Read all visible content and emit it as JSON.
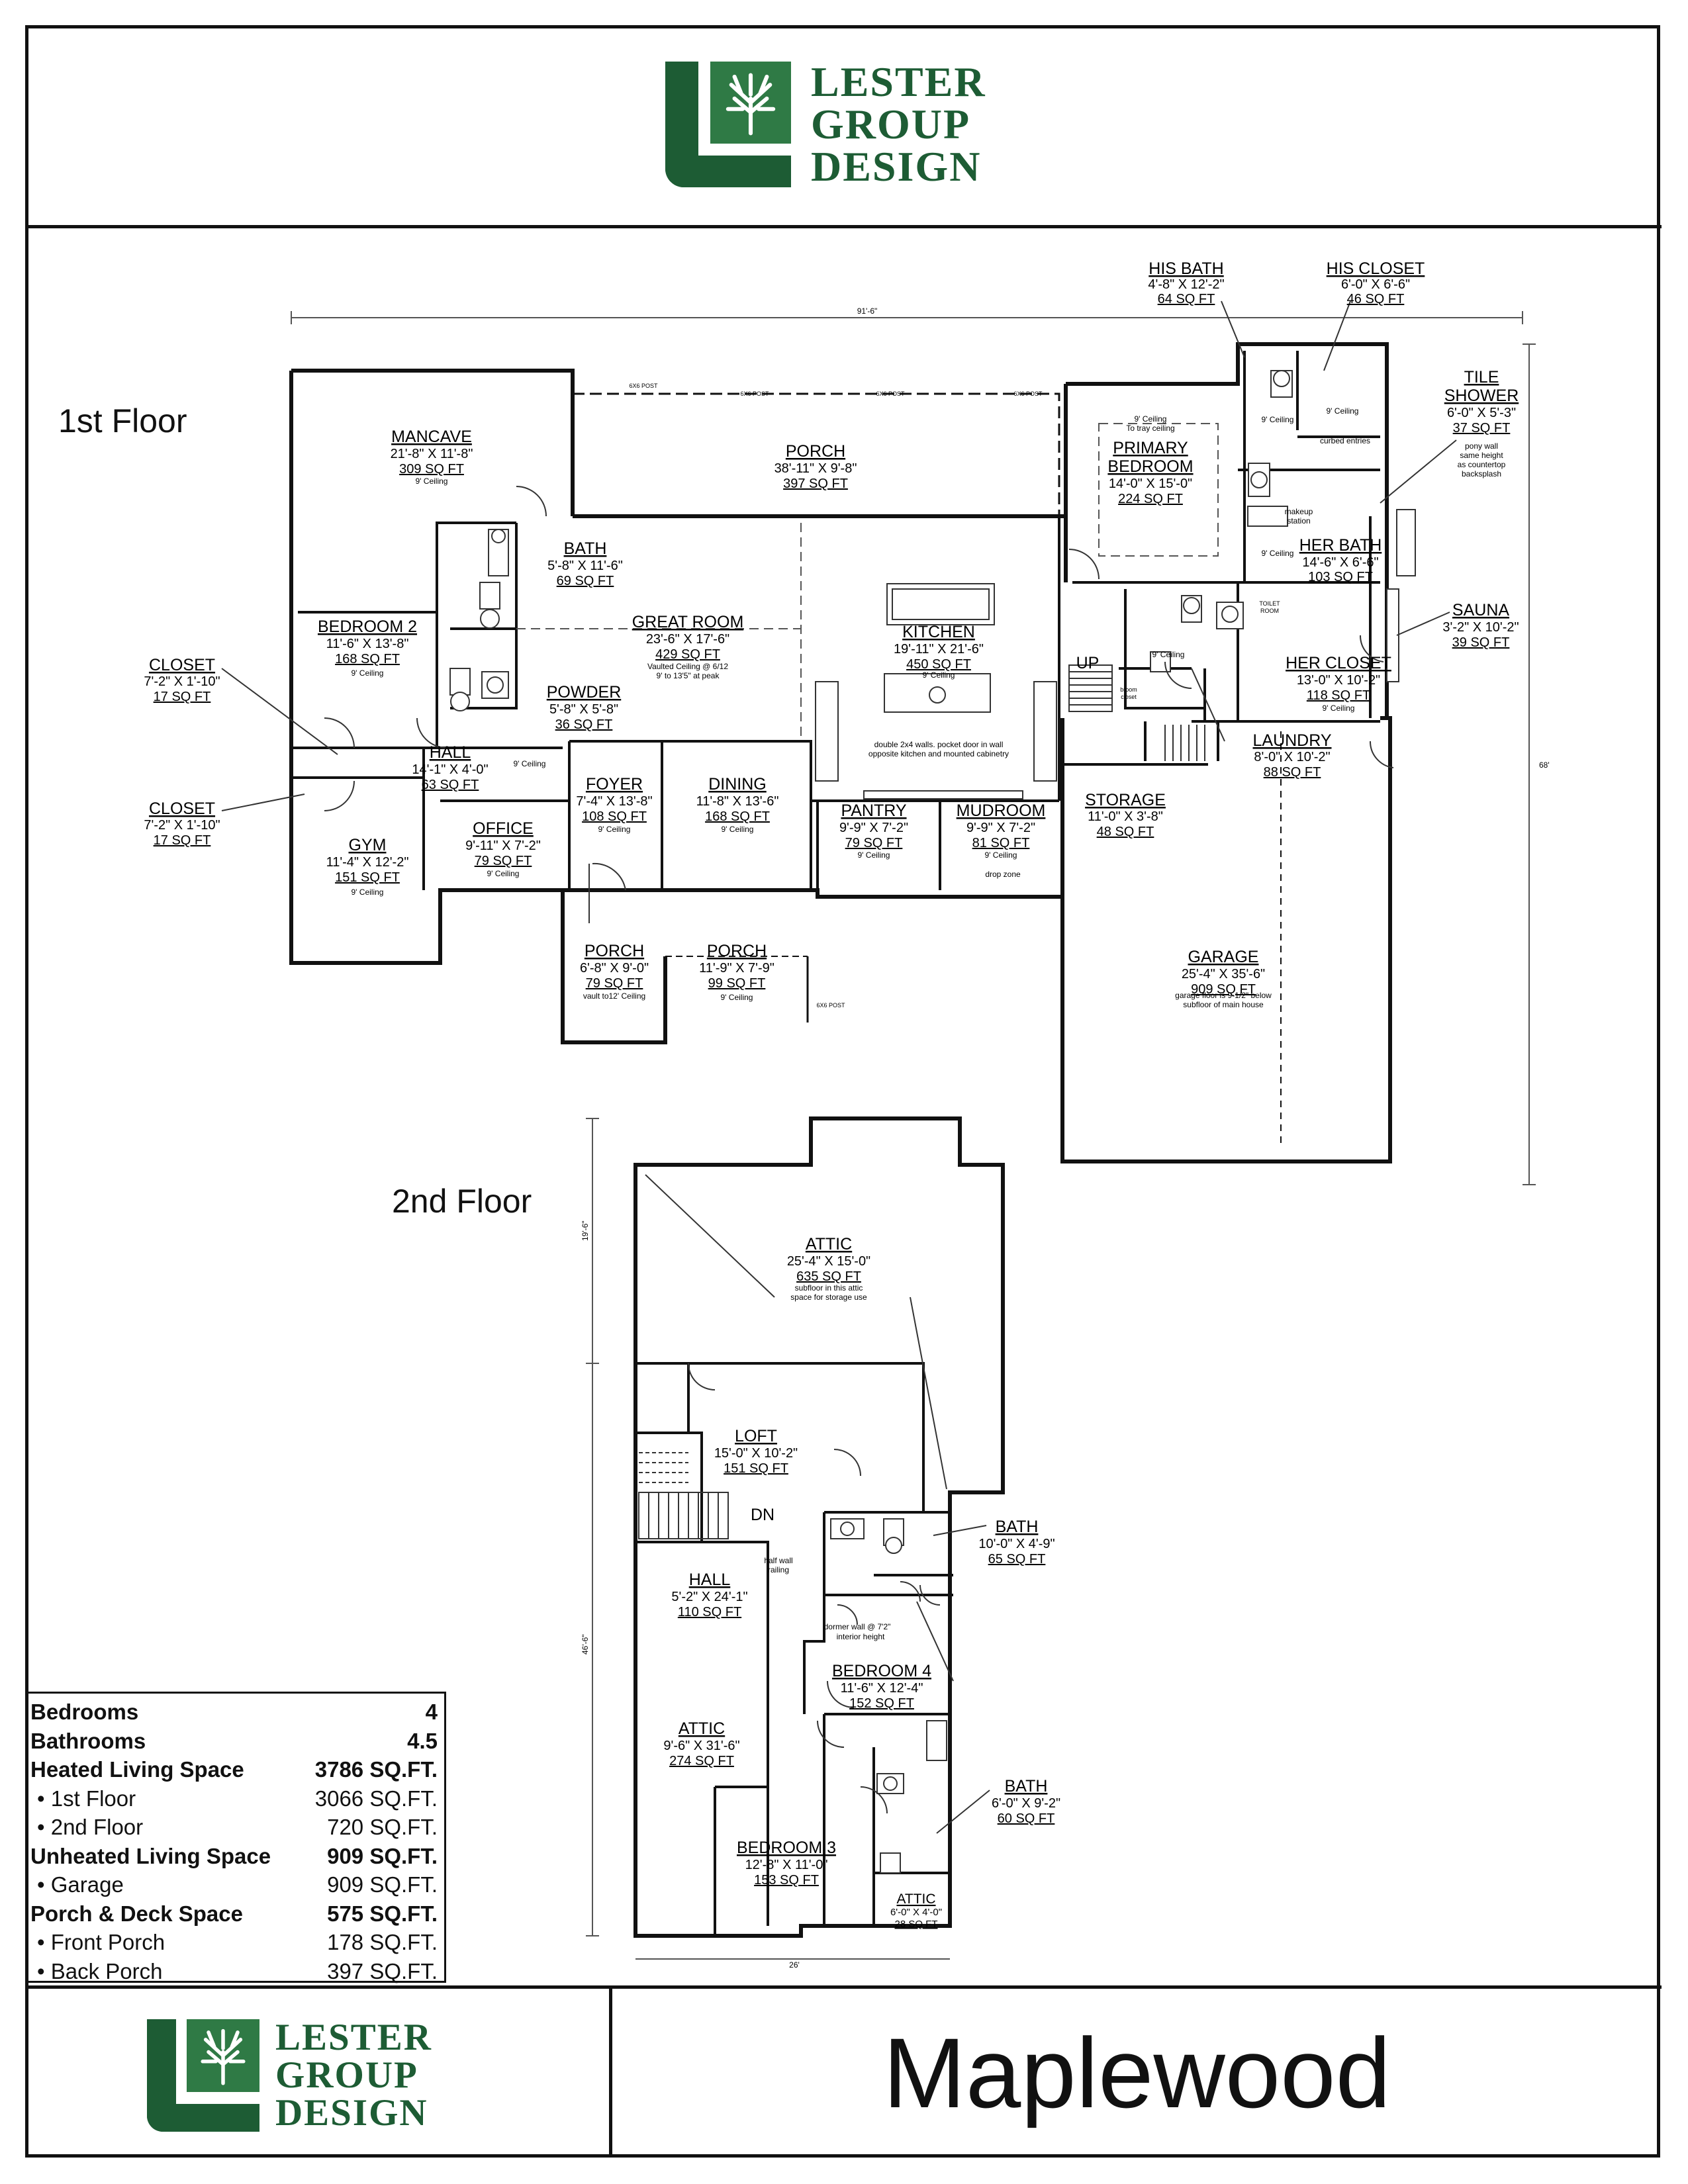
{
  "brand": {
    "line1": "LESTER",
    "line2": "GROUP",
    "line3": "DESIGN",
    "color_dark": "#1d5c34",
    "color_light": "#2f7a45"
  },
  "floors": {
    "first": "1st Floor",
    "second": "2nd Floor"
  },
  "overall_dims": {
    "width_1st": "91'-6\"",
    "depth_1st": "68'",
    "width_2nd": "26'",
    "depth_2nd_upper": "19'-6\"",
    "depth_2nd_lower": "46'-6\""
  },
  "rooms_1st": {
    "mancave": {
      "name": "MANCAVE",
      "dim": "21'-8\" X 11'-8\"",
      "sqft": "309 SQ FT",
      "note": "9' Ceiling"
    },
    "porch_back": {
      "name": "PORCH",
      "dim": "38'-11\" X 9'-8\"",
      "sqft": "397 SQ FT"
    },
    "primary_bedroom": {
      "name": "PRIMARY",
      "name2": "BEDROOM",
      "dim": "14'-0\" X 15'-0\"",
      "sqft": "224 SQ FT",
      "note": "9' Ceiling",
      "note2": "To tray ceiling"
    },
    "his_bath": {
      "name": "HIS BATH",
      "dim": "4'-8\" X 12'-2\"",
      "sqft": "64 SQ FT"
    },
    "his_closet": {
      "name": "HIS CLOSET",
      "dim": "6'-0\" X 6'-6\"",
      "sqft": "46 SQ FT"
    },
    "tile_shower": {
      "name": "TILE",
      "name2": "SHOWER",
      "dim": "6'-0\" X 5'-3\"",
      "sqft": "37 SQ FT",
      "note": "pony wall",
      "note2": "same height",
      "note3": "as countertop",
      "note4": "backsplash"
    },
    "her_bath": {
      "name": "HER BATH",
      "dim": "14'-6\" X 6'-6\"",
      "sqft": "103 SQ FT"
    },
    "sauna": {
      "name": "SAUNA",
      "dim": "3'-2\" X 10'-2\"",
      "sqft": "39 SQ FT"
    },
    "her_closet": {
      "name": "HER CLOSET",
      "dim": "13'-0\" X 10'-2\"",
      "sqft": "118 SQ FT",
      "note": "9' Ceiling"
    },
    "laundry": {
      "name": "LAUNDRY",
      "dim": "8'-0\" X 10'-2\"",
      "sqft": "88 SQ FT"
    },
    "storage": {
      "name": "STORAGE",
      "dim": "11'-0\" X 3'-8\"",
      "sqft": "48 SQ FT"
    },
    "garage": {
      "name": "GARAGE",
      "dim": "25'-4\" X 35'-6\"",
      "sqft": "909 SQ FT",
      "note": "garage floor is 9-1/2\" below",
      "note2": "subfloor of main house"
    },
    "kitchen": {
      "name": "KITCHEN",
      "dim": "19'-11\" X 21'-6\"",
      "sqft": "450 SQ FT",
      "note": "9' Ceiling"
    },
    "great_room": {
      "name": "GREAT ROOM",
      "dim": "23'-6\" X 17'-6\"",
      "sqft": "429 SQ FT",
      "note": "Vaulted Ceiling @ 6/12",
      "note2": "9' to 13'5\" at peak"
    },
    "bath": {
      "name": "BATH",
      "dim": "5'-8\" X 11'-6\"",
      "sqft": "69 SQ FT"
    },
    "bedroom2": {
      "name": "BEDROOM 2",
      "dim": "11'-6\" X 13'-8\"",
      "sqft": "168 SQ FT",
      "note": "9' Ceiling"
    },
    "powder": {
      "name": "POWDER",
      "dim": "5'-8\" X 5'-8\"",
      "sqft": "36 SQ FT"
    },
    "hall": {
      "name": "HALL",
      "dim": "14'-1\" X 4'-0\"",
      "sqft": "63 SQ FT",
      "note": "9' Ceiling"
    },
    "closet1": {
      "name": "CLOSET",
      "dim": "7'-2\" X 1'-10\"",
      "sqft": "17 SQ FT"
    },
    "closet2": {
      "name": "CLOSET",
      "dim": "7'-2\" X 1'-10\"",
      "sqft": "17 SQ FT"
    },
    "gym": {
      "name": "GYM",
      "dim": "11'-4\" X 12'-2\"",
      "sqft": "151 SQ FT",
      "note": "9' Ceiling"
    },
    "office": {
      "name": "OFFICE",
      "dim": "9'-11\" X 7'-2\"",
      "sqft": "79 SQ FT",
      "note": "9' Ceiling"
    },
    "foyer": {
      "name": "FOYER",
      "dim": "7'-4\" X 13'-8\"",
      "sqft": "108 SQ FT",
      "note": "9' Ceiling"
    },
    "dining": {
      "name": "DINING",
      "dim": "11'-8\" X 13'-6\"",
      "sqft": "168 SQ FT",
      "note": "9' Ceiling"
    },
    "pantry": {
      "name": "PANTRY",
      "dim": "9'-9\" X 7'-2\"",
      "sqft": "79 SQ FT",
      "note": "9' Ceiling"
    },
    "mudroom": {
      "name": "MUDROOM",
      "dim": "9'-9\" X 7'-2\"",
      "sqft": "81 SQ FT",
      "note": "9' Ceiling"
    },
    "porch_front1": {
      "name": "PORCH",
      "dim": "6'-8\" X 9'-0\"",
      "sqft": "79 SQ FT",
      "note": "vault to12' Ceiling"
    },
    "porch_front2": {
      "name": "PORCH",
      "dim": "11'-9\" X 7'-9\"",
      "sqft": "99 SQ FT",
      "note": "9' Ceiling"
    }
  },
  "notes_1st": {
    "pocket_door": "double 2x4 walls. pocket door in wall",
    "pocket_door2": "opposite kitchen and mounted cabinetry",
    "curbed": "curbed entries",
    "makeup": "makeup",
    "makeup2": "station",
    "toilet_room": "TOILET",
    "toilet_room2": "ROOM",
    "drop_zone": "drop zone",
    "up": "UP",
    "broom": "broom",
    "broom2": "closet",
    "ceiling9": "9' Ceiling",
    "post": "6X6 POST"
  },
  "rooms_2nd": {
    "attic_top": {
      "name": "ATTIC",
      "dim": "25'-4\" X 15'-0\"",
      "sqft": "635 SQ FT",
      "note": "subfloor in this attic",
      "note2": "space for storage use"
    },
    "loft": {
      "name": "LOFT",
      "dim": "15'-0\" X 10'-2\"",
      "sqft": "151 SQ FT"
    },
    "bath_a": {
      "name": "BATH",
      "dim": "10'-0\" X 4'-9\"",
      "sqft": "65 SQ FT"
    },
    "hall": {
      "name": "HALL",
      "dim": "5'-2\" X 24'-1\"",
      "sqft": "110 SQ FT"
    },
    "bedroom4": {
      "name": "BEDROOM 4",
      "dim": "11'-6\" X 12'-4\"",
      "sqft": "152 SQ FT"
    },
    "attic_left": {
      "name": "ATTIC",
      "dim": "9'-6\" X 31'-6\"",
      "sqft": "274 SQ FT"
    },
    "bath_b": {
      "name": "BATH",
      "dim": "6'-0\" X 9'-2\"",
      "sqft": "60 SQ FT"
    },
    "bedroom3": {
      "name": "BEDROOM 3",
      "dim": "12'-8\" X 11'-0\"",
      "sqft": "153 SQ FT"
    },
    "attic_small": {
      "name": "ATTIC",
      "dim": "6'-0\" X 4'-0\"",
      "sqft": "28 SQ FT"
    }
  },
  "notes_2nd": {
    "dn": "DN",
    "half_wall": "half wall",
    "half_wall2": "railing",
    "dormer": "dormer wall @ 7'2\"",
    "dormer2": "interior height"
  },
  "stats": [
    {
      "label": "Bedrooms",
      "value": "4",
      "style": "head"
    },
    {
      "label": "Bathrooms",
      "value": "4.5",
      "style": "head"
    },
    {
      "label": "Heated Living Space",
      "value": "3786 SQ.FT.",
      "style": "head"
    },
    {
      "label": "• 1st Floor",
      "value": "3066 SQ.FT.",
      "style": "sub"
    },
    {
      "label": "• 2nd Floor",
      "value": "720 SQ.FT.",
      "style": "sub"
    },
    {
      "label": "Unheated Living Space",
      "value": "909 SQ.FT.",
      "style": "head"
    },
    {
      "label": "• Garage",
      "value": "909 SQ.FT.",
      "style": "sub"
    },
    {
      "label": "Porch & Deck Space",
      "value": "575 SQ.FT.",
      "style": "head"
    },
    {
      "label": "• Front Porch",
      "value": "178 SQ.FT.",
      "style": "sub"
    },
    {
      "label": "• Back Porch",
      "value": "397 SQ.FT.",
      "style": "sub"
    }
  ],
  "plan_title": "Maplewood"
}
